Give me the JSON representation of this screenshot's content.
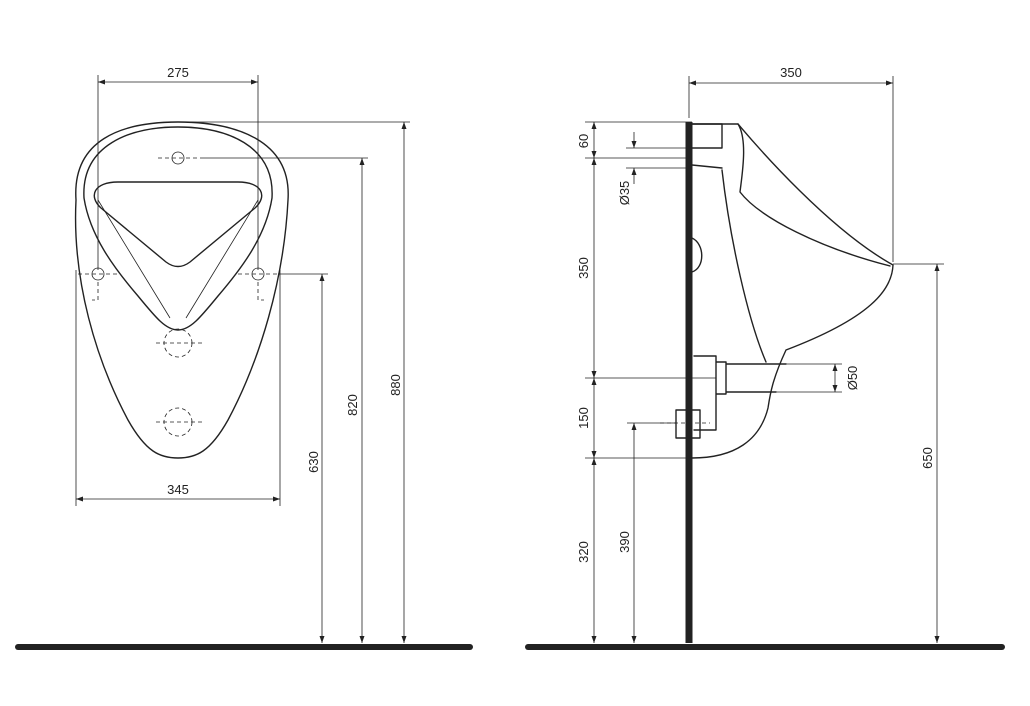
{
  "front_view": {
    "dimensions": {
      "top_width": "275",
      "bottom_width": "345",
      "height_880": "880",
      "height_820": "820",
      "height_630": "630"
    }
  },
  "side_view": {
    "dimensions": {
      "depth": "350",
      "d60": "60",
      "dia35": "Ø35",
      "d350": "350",
      "dia50": "Ø50",
      "d150": "150",
      "d390": "390",
      "d320": "320",
      "d650": "650"
    }
  }
}
